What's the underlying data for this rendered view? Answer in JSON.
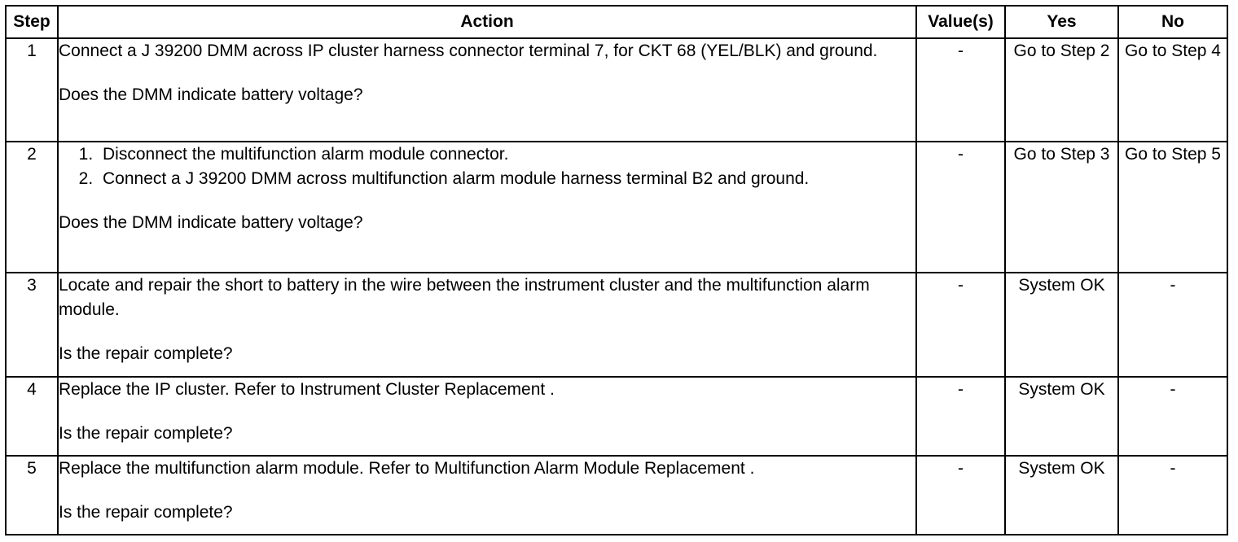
{
  "headers": {
    "step": "Step",
    "action": "Action",
    "values": "Value(s)",
    "yes": "Yes",
    "no": "No"
  },
  "rows": [
    {
      "step": "1",
      "action": "Connect a J 39200 DMM across IP cluster harness connector terminal 7, for CKT 68 (YEL/BLK) and ground.",
      "question": "Does the DMM indicate battery voltage?",
      "value": "-",
      "yes": "Go to Step 2",
      "no": "Go to Step 4"
    },
    {
      "step": "2",
      "items": [
        "Disconnect the multifunction alarm module connector.",
        "Connect a J 39200 DMM across multifunction alarm module harness terminal B2 and ground."
      ],
      "question": "Does the DMM indicate battery voltage?",
      "value": "-",
      "yes": "Go to Step 3",
      "no": "Go to Step 5"
    },
    {
      "step": "3",
      "action": "Locate and repair the short to battery in the wire between the instrument cluster and the multifunction alarm module.",
      "question": "Is the repair complete?",
      "value": "-",
      "yes": "System OK",
      "no": "-"
    },
    {
      "step": "4",
      "action": "Replace the IP cluster. Refer to Instrument Cluster Replacement .",
      "question": "Is the repair complete?",
      "value": "-",
      "yes": "System OK",
      "no": "-"
    },
    {
      "step": "5",
      "action": "Replace the multifunction alarm module. Refer to Multifunction Alarm Module Replacement .",
      "question": "Is the repair complete?",
      "value": "-",
      "yes": "System OK",
      "no": "-"
    }
  ]
}
